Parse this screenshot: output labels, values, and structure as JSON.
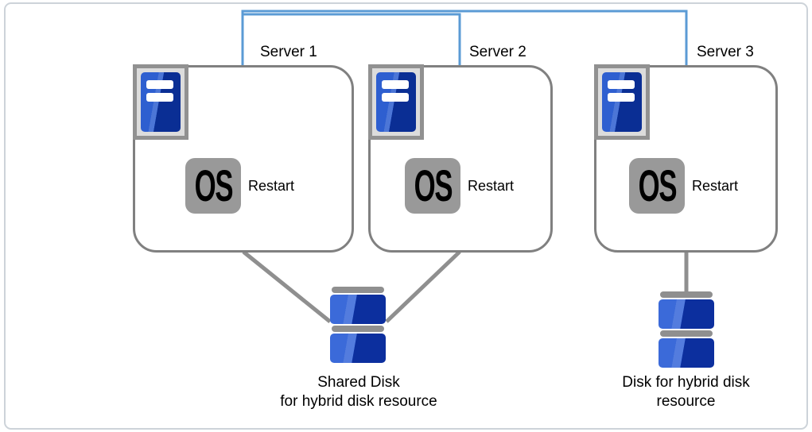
{
  "servers": [
    {
      "label": "Server 1",
      "icon": "server-icon",
      "os_badge": "OS",
      "action_label": "Restart"
    },
    {
      "label": "Server 2",
      "icon": "server-icon",
      "os_badge": "OS",
      "action_label": "Restart"
    },
    {
      "label": "Server 3",
      "icon": "server-icon",
      "os_badge": "OS",
      "action_label": "Restart"
    }
  ],
  "disks": {
    "shared": {
      "icon": "disk-stack-icon",
      "label_line1": "Shared Disk",
      "label_line2": "for hybrid disk resource"
    },
    "hybrid": {
      "icon": "disk-stack-icon",
      "label_line1": "Disk for hybrid disk",
      "label_line2": "resource"
    }
  },
  "colors": {
    "network_line": "#5B9BD5",
    "box_border": "#808080",
    "connector_gray": "#8F8F8F",
    "os_badge": "#999999",
    "server_blue_light": "#2E5FD0",
    "server_blue_dark": "#0A2E94",
    "disk_blue_light": "#3B6AD9",
    "disk_blue_dark": "#0C2F9E",
    "canvas_border": "#CDD3D9"
  }
}
